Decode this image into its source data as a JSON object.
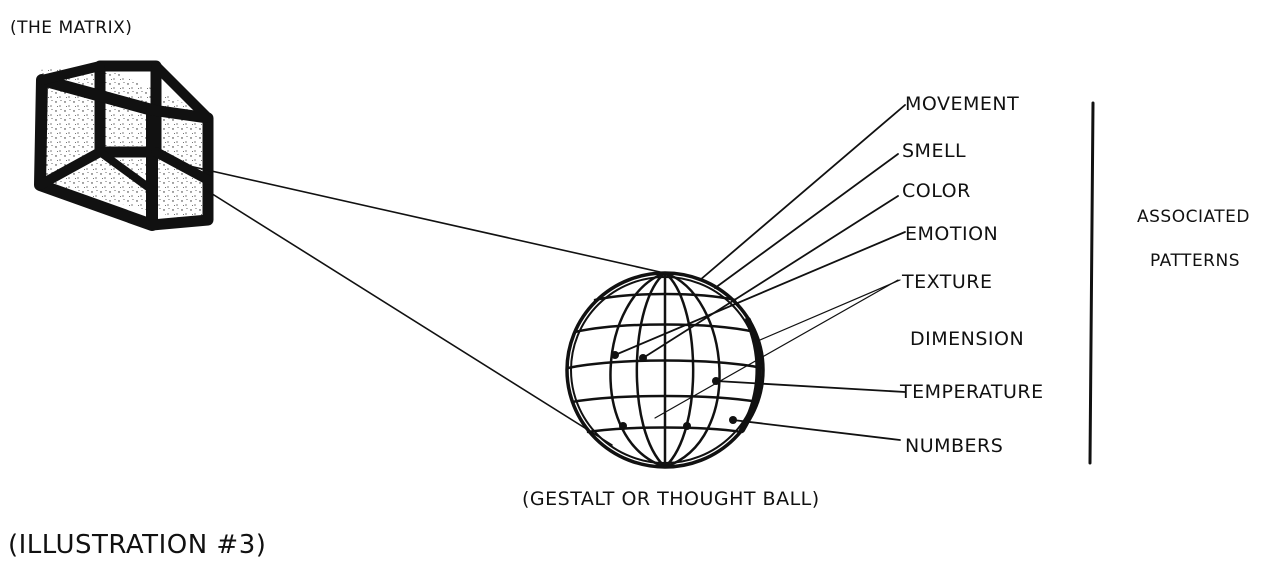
{
  "matrix_caption": "(THE MATRIX)",
  "ball_caption": "(GESTALT OR THOUGHT BALL)",
  "illustration_caption": "(ILLUSTRATION #3)",
  "patterns": [
    "MOVEMENT",
    "SMELL",
    "COLOR",
    "EMOTION",
    "TEXTURE",
    "DIMENSION",
    "TEMPERATURE",
    "NUMBERS"
  ],
  "side_label": {
    "line1": "ASSOCIATED",
    "line2": "PATTERNS"
  },
  "ink_color": "#111111"
}
